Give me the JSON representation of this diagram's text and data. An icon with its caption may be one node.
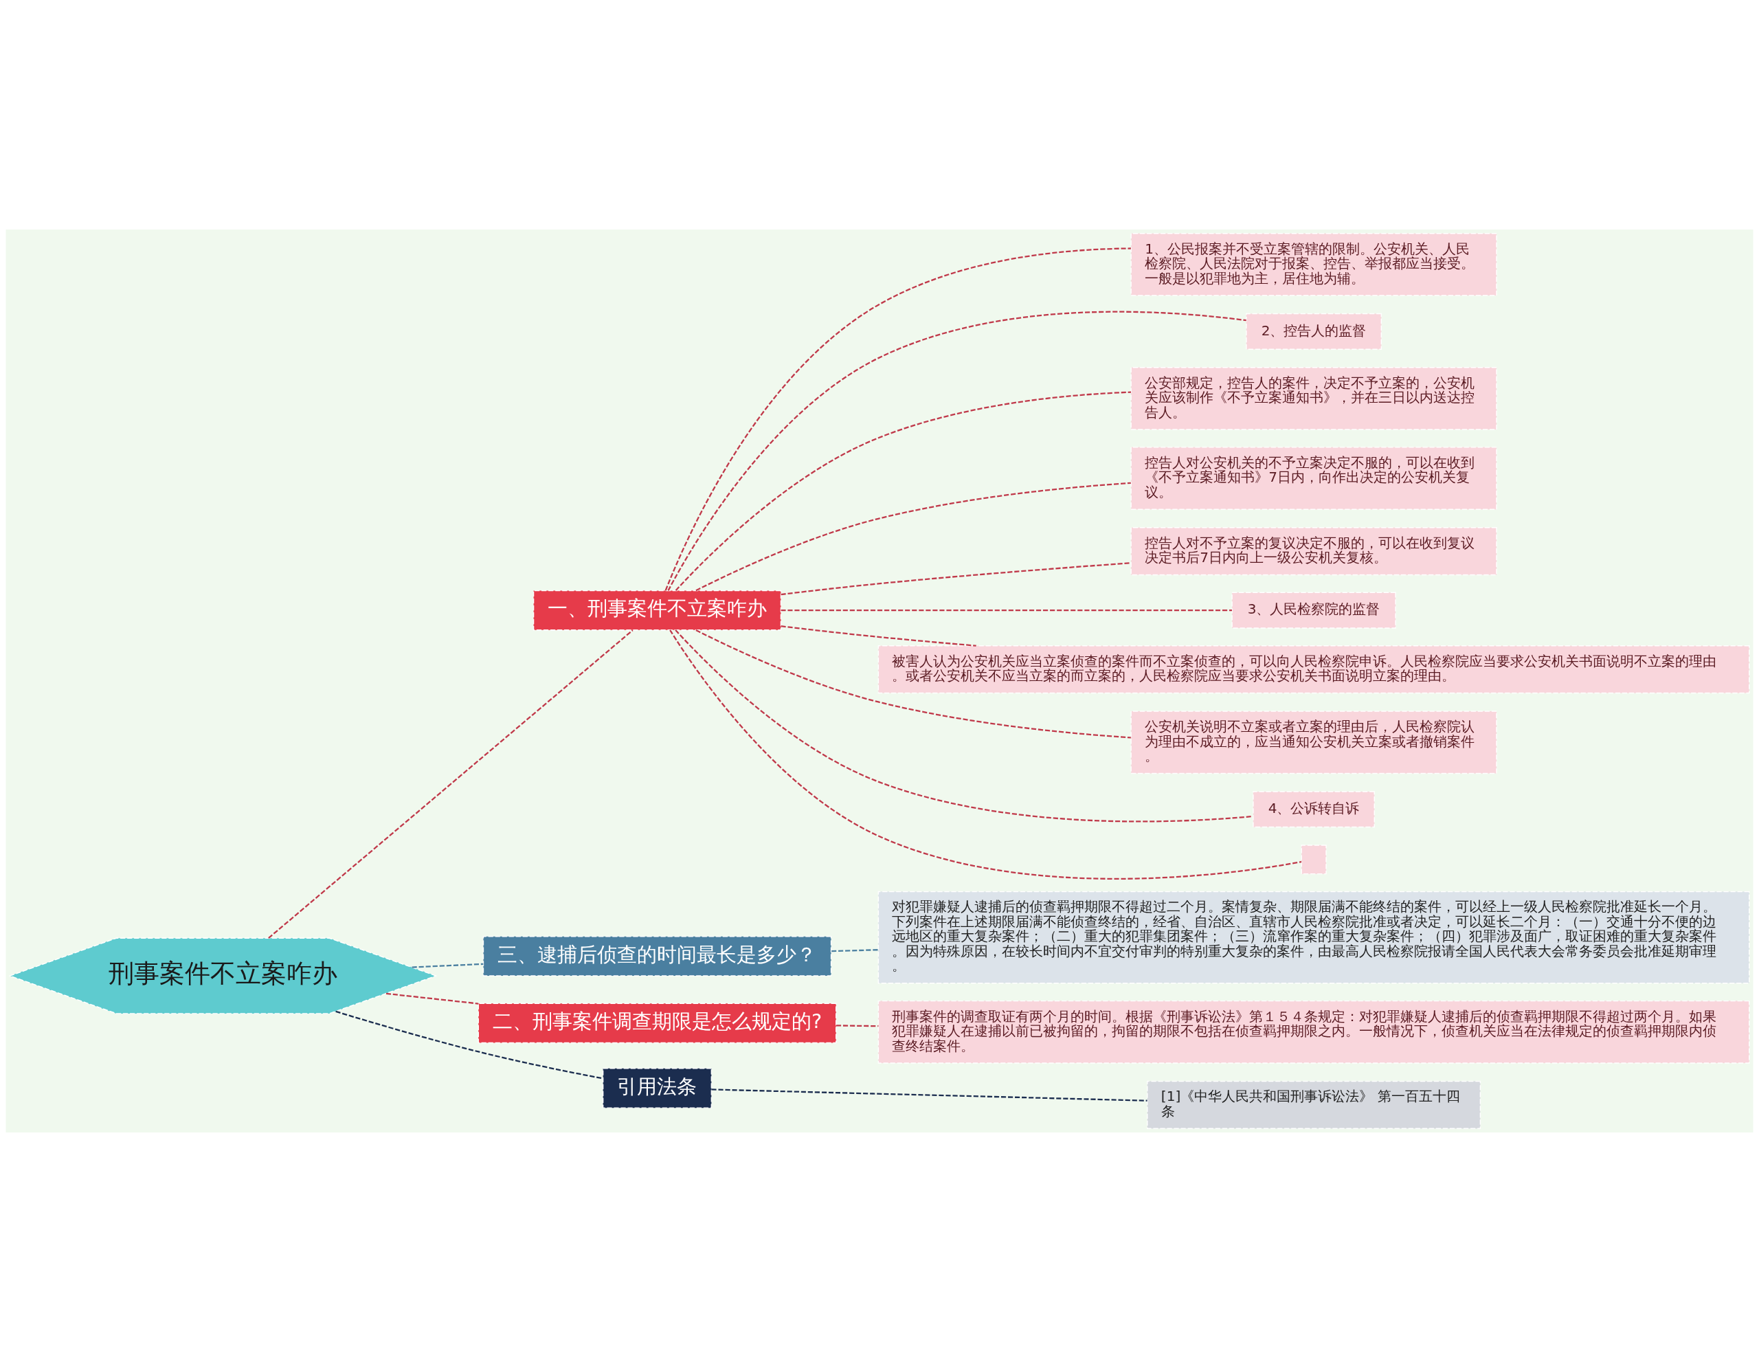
{
  "diagram": {
    "nodes": [
      {
        "text": [
          "刑事案件不立案咋办"
        ]
      },
      {
        "text": [
          "一、刑事案件不立案咋办"
        ]
      },
      {
        "text": [
          "1、公民报案并不受立案管辖的限制。公安机关、人民检察院、人民法院对于报案、控告、举报都应当接受。一般是以犯罪地为主，居住地为辅。"
        ]
      },
      {
        "text": [
          "2、控告人的监督"
        ]
      },
      {
        "text": [
          "公安部规定，控告人的案件，决定不予立案的，公安机关应该制作《不予立案通知书》，并在三日以内送达控告人。"
        ]
      },
      {
        "text": [
          "控告人对公安机关的不予立案决定不服的，可以在收到《不予立案通知书》7日内，向作出决定的公安机关复议。"
        ]
      },
      {
        "text": [
          "控告人对不予立案的复议决定不服的，可以在收到复议决定书后7日内向上一级公安机关复核。"
        ]
      },
      {
        "text": [
          "3、人民检察院的监督"
        ]
      },
      {
        "text": [
          "被害人认为公安机关应当立案侦查的案件而不立案侦查的，可以向人民检察院申诉。人民检察院应当要求公安机关书面说明不立案的理由。或者公安机关不应当立案的而立案的，人民检察院应当要求公安机关书面说明立案的理由。"
        ]
      },
      {
        "text": [
          "公安机关说明不立案或者立案的理由后，人民检察院认为理由不成立的，应当通知公安机关立案或者撤销案件。"
        ]
      },
      {
        "text": [
          "4、公诉转自诉"
        ]
      },
      {
        "text": [],
        "shape": "box"
      },
      {
        "text": [
          "三、逮捕后侦查的时间最长是多少？"
        ]
      },
      {
        "text": [
          "对犯罪嫌疑人逮捕后的侦查羁押期限不得超过二个月。案情复杂、期限届满不能终结的案件，可以经上一级人民检察院批准延长一个月。下列案件在上述期限届满不能侦查终结的，经省、自治区、直辖市人民检察院批准或者决定，可以延长二个月：（一）交通十分不便的边远地区的重大复杂案件；（二）重大的犯罪集团案件；（三）流窜作案的重大复杂案件；（四）犯罪涉及面广，取证困难的重大复杂案件。因为特殊原因，在较长时间内不宜交付审判的特别重大复杂的案件，由最高人民检察院报请全国人民代表大会常务委员会批准延期审理。"
        ]
      },
      {
        "text": [
          "二、刑事案件调查期限是怎么规定的?"
        ]
      },
      {
        "text": [
          "刑事案件的调查取证有两个月的时间。根据《刑事诉讼法》第１５４条规定：对犯罪嫌疑人逮捕后的侦查羁押期限不得超过两个月。如果犯罪嫌疑人在逮捕以前已被拘留的，拘留的期限不包括在侦查羁押期限之内。一般情况下，侦查机关应当在法律规定的侦查羁押期限内侦查终结案件。"
        ]
      },
      {
        "text": [
          "引用法条"
        ]
      },
      {
        "text": [
          "[1]《中华人民共和国刑事诉讼法》 第一百五十四条"
        ]
      }
    ],
    "edges": [
      {
        "from": 0,
        "to": 1,
        "arrow": "none",
        "style": "dashed"
      },
      {
        "from": 1,
        "to": 2,
        "arrow": "none",
        "style": "dashed"
      },
      {
        "from": 1,
        "to": 3,
        "arrow": "none",
        "style": "dashed"
      },
      {
        "from": 1,
        "to": 4,
        "arrow": "none",
        "style": "dashed"
      },
      {
        "from": 1,
        "to": 5,
        "arrow": "none",
        "style": "dashed"
      },
      {
        "from": 1,
        "to": 6,
        "arrow": "none",
        "style": "dashed"
      },
      {
        "from": 1,
        "to": 7,
        "arrow": "none",
        "style": "dashed"
      },
      {
        "from": 1,
        "to": 8,
        "arrow": "none",
        "style": "dashed"
      },
      {
        "from": 1,
        "to": 9,
        "arrow": "none",
        "style": "dashed"
      },
      {
        "from": 1,
        "to": 10,
        "arrow": "none",
        "style": "dashed"
      },
      {
        "from": 1,
        "to": 11,
        "arrow": "none",
        "style": "dashed"
      },
      {
        "from": 0,
        "to": 12,
        "arrow": "none",
        "style": "dashed",
        "color": "#4a7fa0"
      },
      {
        "from": 12,
        "to": 13,
        "arrow": "none",
        "style": "dashed",
        "color": "#4a7fa0"
      },
      {
        "from": 0,
        "to": 14,
        "arrow": "none",
        "style": "dashed"
      },
      {
        "from": 14,
        "to": 15,
        "arrow": "none",
        "style": "dashed"
      },
      {
        "from": 0,
        "to": 16,
        "arrow": "none",
        "style": "dashed",
        "color": "#1b2d4f"
      },
      {
        "from": 16,
        "to": 17,
        "arrow": "none",
        "style": "dashed",
        "color": "#1b2d4f"
      }
    ]
  }
}
